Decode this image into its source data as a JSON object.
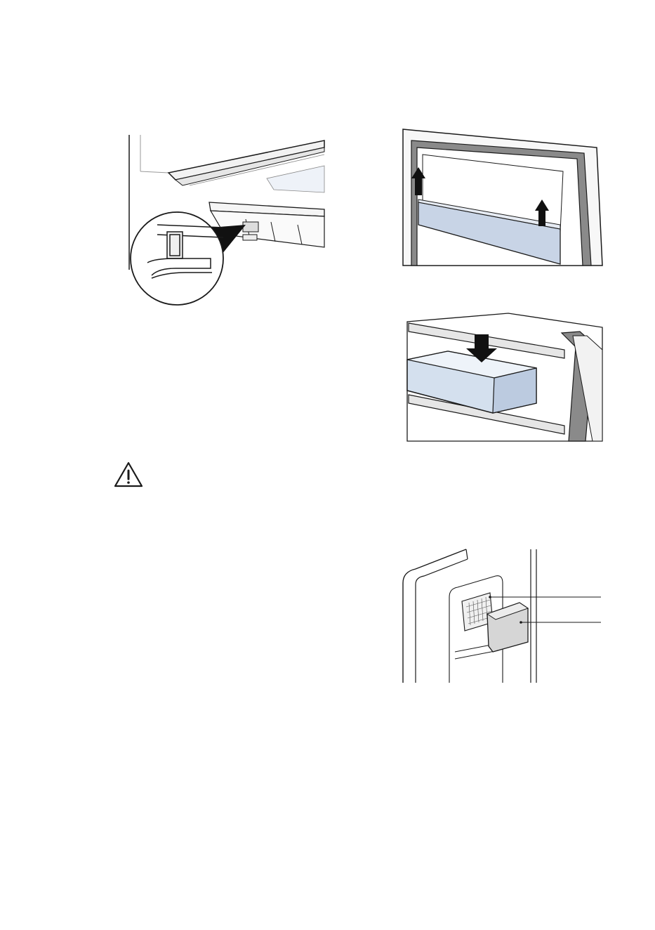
{
  "page": {
    "background": "#ffffff",
    "line_color": "#1a1a1a"
  },
  "figures": [
    {
      "id": "shelf-support",
      "icon": "shelf-support-illustration"
    },
    {
      "id": "door-balcony",
      "icon": "door-balcony-lift-illustration"
    },
    {
      "id": "door-box",
      "icon": "door-box-insert-illustration"
    },
    {
      "id": "warning",
      "icon": "warning-triangle-icon"
    },
    {
      "id": "filter",
      "icon": "air-filter-illustration"
    }
  ],
  "filter_callouts": {
    "label_1": "",
    "label_2": ""
  }
}
